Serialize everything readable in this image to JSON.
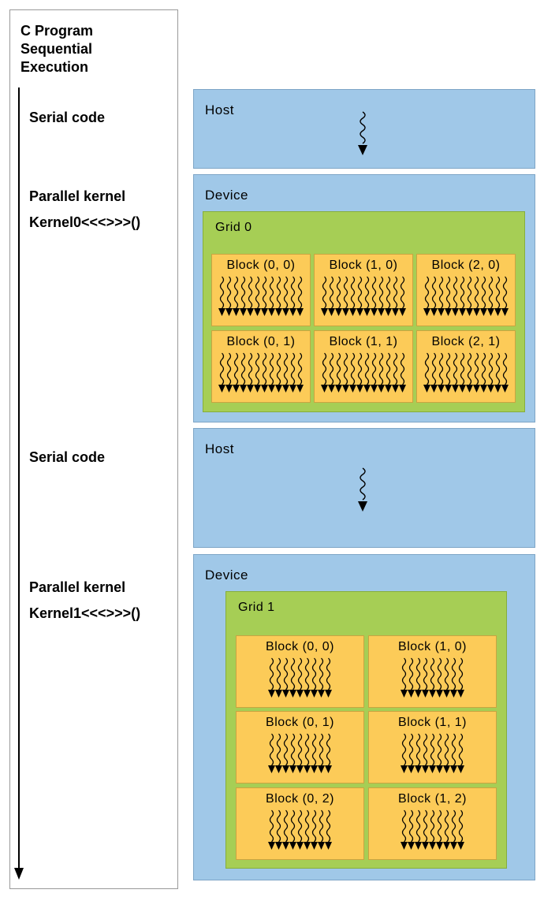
{
  "left": {
    "title_line1": "C Program",
    "title_line2": "Sequential",
    "title_line3": "Execution",
    "serial_1": "Serial code",
    "parallel_1": "Parallel kernel",
    "kernel_1": "Kernel0<<<>>>()",
    "serial_2": "Serial code",
    "parallel_2": "Parallel kernel",
    "kernel_2": "Kernel1<<<>>>()"
  },
  "host_1": {
    "label": "Host"
  },
  "device_1": {
    "label": "Device",
    "grid_label": "Grid 0",
    "blocks": [
      "Block (0, 0)",
      "Block (1, 0)",
      "Block (2, 0)",
      "Block (0, 1)",
      "Block (1, 1)",
      "Block (2, 1)"
    ]
  },
  "host_2": {
    "label": "Host"
  },
  "device_2": {
    "label": "Device",
    "grid_label": "Grid 1",
    "blocks": [
      "Block (0, 0)",
      "Block (1, 0)",
      "Block (0, 1)",
      "Block (1, 1)",
      "Block (0, 2)",
      "Block (1, 2)"
    ]
  }
}
